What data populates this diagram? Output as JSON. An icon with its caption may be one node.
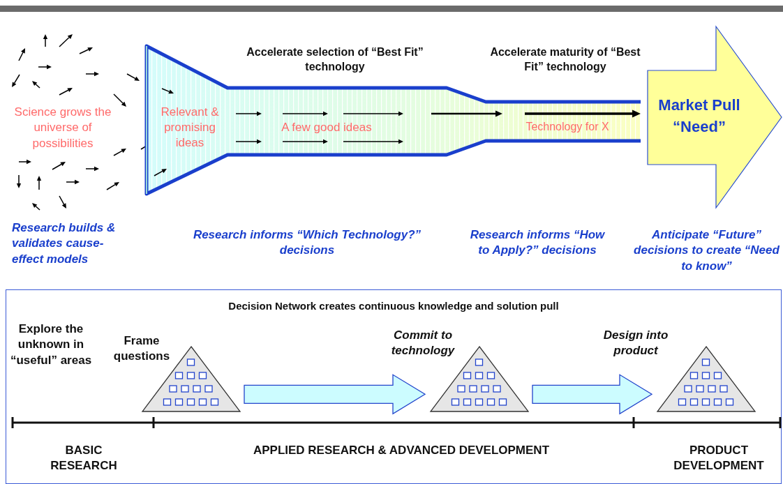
{
  "diagram": {
    "nodes": [
      {
        "text": [
          "Relevant & promising ideas",
          "A few good ideas",
          "Technology for X"
        ]
      },
      {
        "text": [
          "Market Pull “Need”"
        ]
      },
      {
        "text": [
          "Decision Network creates continuous knowledge and solution pull"
        ]
      },
      {
        "text": [],
        "shape": "triangle",
        "in": 2,
        "beside": [
          "Frame questions"
        ]
      },
      {
        "text": [],
        "shape": "triangle",
        "in": 2,
        "beside": [
          "Commit to technology"
        ]
      },
      {
        "text": [],
        "shape": "triangle",
        "in": 2,
        "beside": [
          "Design into product"
        ]
      }
    ],
    "edges": [
      {
        "from": 3,
        "to": 4,
        "arrow": "to",
        "style": "thick"
      },
      {
        "from": 4,
        "to": 5,
        "arrow": "to",
        "style": "thick"
      }
    ],
    "labels": [
      "Accelerate selection of “Best Fit” technology",
      "Accelerate maturity of “Best Fit” technology",
      "Science grows the universe of possibilities",
      "Research builds & validates cause-effect models",
      "Research informs “Which Technology?” decisions",
      "Research informs “How to Apply?” decisions",
      "Anticipate “Future” decisions to create “Need to know”",
      "Explore the unknown in “useful” areas",
      "BASIC RESEARCH",
      "APPLIED RESEARCH & ADVANCED DEVELOPMENT",
      "PRODUCT DEVELOPMENT"
    ]
  }
}
